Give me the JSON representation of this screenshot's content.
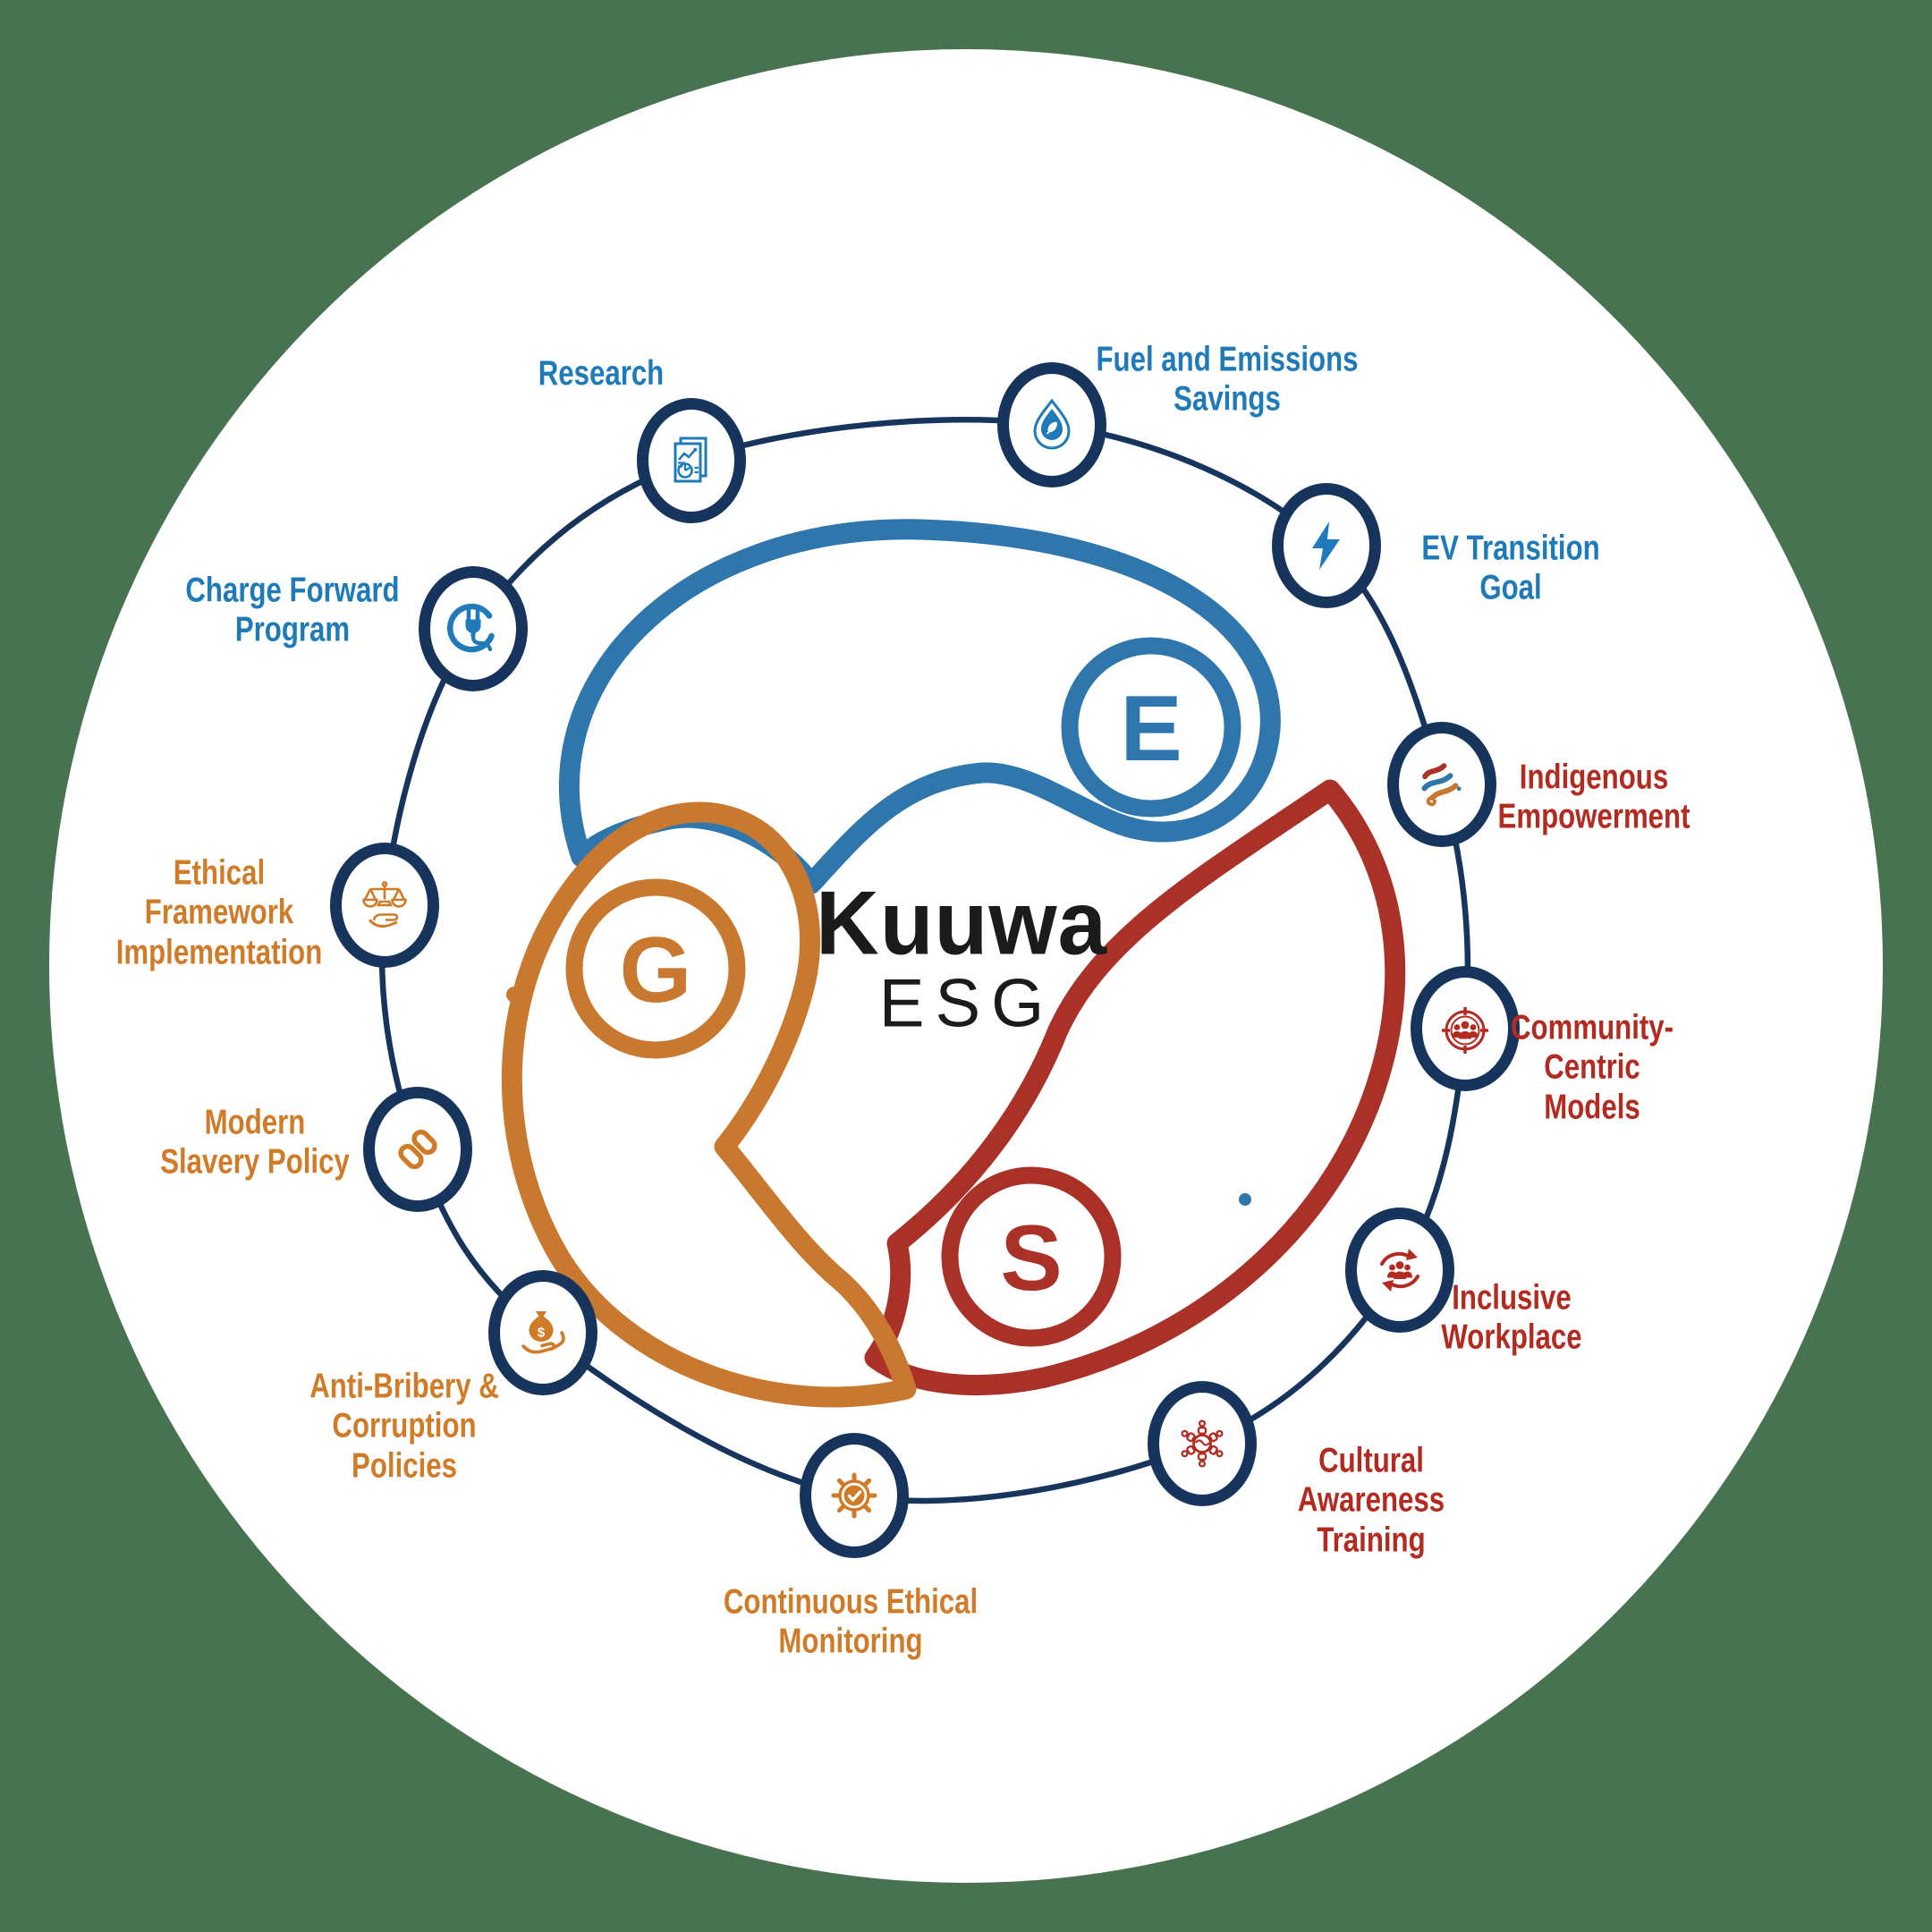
{
  "title": {
    "brand": "Kuuwa",
    "sub": "ESG"
  },
  "center_letters": [
    {
      "letter": "E"
    },
    {
      "letter": "S"
    },
    {
      "letter": "G"
    }
  ],
  "palette": {
    "background_green": "#487350",
    "navy_outline": "#17345C",
    "blue_accent": "#1E7AB8",
    "red_accent": "#B22A20",
    "orange_accent": "#D07B28",
    "swirl_blue": "#2E76AB",
    "swirl_red": "#A93127",
    "swirl_orange": "#C8792F",
    "text_black": "#1B1B1B",
    "white": "#FFFFFF"
  },
  "nodes": [
    {
      "id": "research",
      "label": "Research",
      "icon": "report-documents-icon",
      "color_group": "blue"
    },
    {
      "id": "fuel-and-emissions-savings",
      "label": "Fuel and Emissions\nSavings",
      "icon": "eco-droplet-icon",
      "color_group": "blue"
    },
    {
      "id": "ev-transition-goal",
      "label": "EV Transition\nGoal",
      "icon": "lightning-bolt-icon",
      "color_group": "blue"
    },
    {
      "id": "indigenous-empowerment",
      "label": "Indigenous\nEmpowerment",
      "icon": "painted-waves-icon",
      "color_group": "red"
    },
    {
      "id": "community-centric-models",
      "label": "Community-\nCentric\nModels",
      "icon": "community-target-icon",
      "color_group": "red"
    },
    {
      "id": "inclusive-workplace",
      "label": "Inclusive\nWorkplace",
      "icon": "people-cycle-icon",
      "color_group": "red"
    },
    {
      "id": "cultural-awareness-training",
      "label": "Cultural\nAwareness\nTraining",
      "icon": "globe-people-icon",
      "color_group": "red"
    },
    {
      "id": "continuous-ethical-monitoring",
      "label": "Continuous Ethical\nMonitoring",
      "icon": "gear-check-icon",
      "color_group": "orange"
    },
    {
      "id": "anti-bribery-corruption-policies",
      "label": "Anti-Bribery &\nCorruption\nPolicies",
      "icon": "money-bag-hands-icon",
      "color_group": "orange"
    },
    {
      "id": "modern-slavery-policy",
      "label": "Modern\nSlavery Policy",
      "icon": "chain-link-icon",
      "color_group": "orange"
    },
    {
      "id": "ethical-framework-implementation",
      "label": "Ethical\nFramework\nImplementation",
      "icon": "scales-hand-icon",
      "color_group": "orange"
    },
    {
      "id": "charge-forward-program",
      "label": "Charge Forward\nProgram",
      "icon": "power-plug-icon",
      "color_group": "blue"
    }
  ]
}
